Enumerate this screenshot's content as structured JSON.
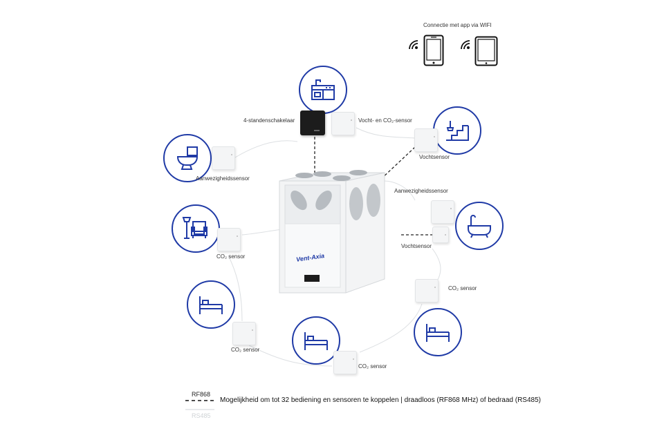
{
  "header": {
    "connect_label": "Connectie met app via WIFI"
  },
  "unit": {
    "brand": "Vent-Axia"
  },
  "labels": {
    "switch": "4-standenschakelaar",
    "humidity_co2": "Vocht- en CO₂-sensor",
    "presence_left": "Aanwezigheidssensor",
    "humidity_top_right": "Vochtsensor",
    "presence_right": "Aanwezigheidssensor",
    "humidity_right": "Vochtsensor",
    "co2_living": "CO₂ sensor",
    "co2_right": "CO₂ sensor",
    "co2_bedroom_left": "CO₂ sensor",
    "co2_bedroom_center": "CO₂ sensor"
  },
  "rooms": {
    "kitchen": "kitchen-icon",
    "toilet": "toilet-icon",
    "stairs": "stairs-icon",
    "bath": "bathtub-icon",
    "living": "armchair-lamp-icon",
    "bed_left": "bed-icon",
    "bed_center": "bed-icon",
    "bed_right": "bed-icon"
  },
  "legend": {
    "rf_label": "RF868",
    "description": "Mogelijkheid om tot 32 bediening en sensoren te koppelen | draadloos (RF868 MHz) of bedraad (RS485)",
    "rs_label": "RS485"
  },
  "colors": {
    "accent": "#1f3aa6",
    "wire": "#d9dcdf",
    "dashed": "#222222"
  }
}
